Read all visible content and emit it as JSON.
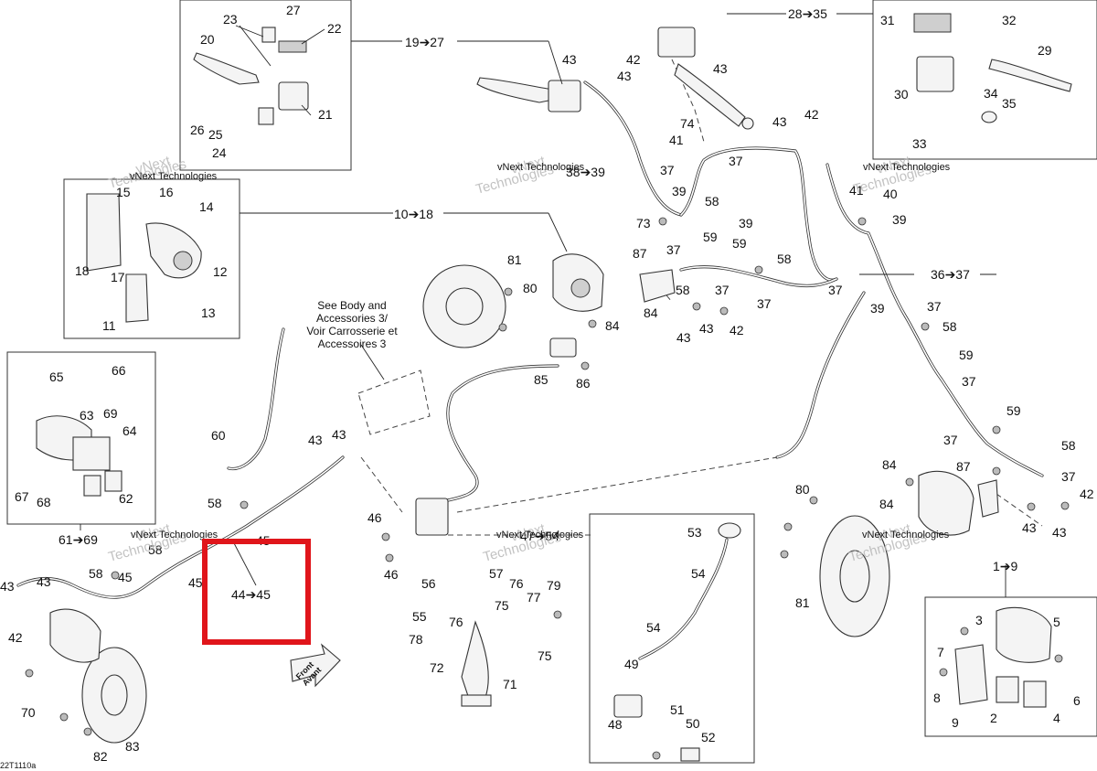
{
  "callouts": {
    "c23": "23",
    "c27": "27",
    "c22": "22",
    "c20": "20",
    "c21": "21",
    "c26": "26",
    "c25": "25",
    "c24": "24",
    "c19_27": "19➔27",
    "c28_35": "28➔35",
    "c43a": "43",
    "c42a": "42",
    "c43b": "43",
    "c43c": "43",
    "c31": "31",
    "c32": "32",
    "c29": "29",
    "c30": "30",
    "c34": "34",
    "c35": "35",
    "c33": "33",
    "c74": "74",
    "c41a": "41",
    "c43d": "43",
    "c42b": "42",
    "c38_39": "38➔39",
    "c37a": "37",
    "c37b": "37",
    "c39a": "39",
    "c58a": "58",
    "c39b": "39",
    "c73": "73",
    "c41b": "41",
    "c40": "40",
    "c39c": "39",
    "c15": "15",
    "c16": "16",
    "c14": "14",
    "c18": "18",
    "c17": "17",
    "c12": "12",
    "c13": "13",
    "c11": "11",
    "c10_18": "10➔18",
    "c81a": "81",
    "c80a": "80",
    "c87a": "87",
    "c37c": "37",
    "c59a": "59",
    "c59b": "59",
    "c58b": "58",
    "c58c": "58",
    "c37d": "37",
    "c84a": "84",
    "c84b": "84",
    "c43e": "43",
    "c42c": "42",
    "c37e": "37",
    "c37f": "37",
    "c43f": "43",
    "c39d": "39",
    "c36_37": "36➔37",
    "c37g": "37",
    "c58d": "58",
    "c65": "65",
    "c66": "66",
    "c63": "63",
    "c69": "69",
    "c64": "64",
    "c67": "67",
    "c68": "68",
    "c62": "62",
    "c85": "85",
    "c86": "86",
    "c60": "60",
    "c43g": "43",
    "c43h": "43",
    "c59c": "59",
    "c37h": "37",
    "c59d": "59",
    "c37i": "37",
    "c58e": "58",
    "c37j": "37",
    "c61_69": "61➔69",
    "c58f": "58",
    "c43i": "43",
    "c43j": "43",
    "c42d": "42",
    "c58g": "58",
    "c45a": "45",
    "c58h": "58",
    "c45b": "45",
    "c45c": "45",
    "c44_45": "44➔45",
    "c46a": "46",
    "c46b": "46",
    "c47_54": "47➔54",
    "c53": "53",
    "c54a": "54",
    "c54b": "54",
    "c49": "49",
    "c48": "48",
    "c51": "51",
    "c50": "50",
    "c52": "52",
    "c56": "56",
    "c57": "57",
    "c55": "55",
    "c76a": "76",
    "c75a": "75",
    "c77": "77",
    "c76b": "76",
    "c79": "79",
    "c78": "78",
    "c72": "72",
    "c71": "71",
    "c75b": "75",
    "c80b": "80",
    "c84c": "84",
    "c87b": "87",
    "c84d": "84",
    "c43k": "43",
    "c43l": "43",
    "c42e": "42",
    "c81b": "81",
    "c1_9": "1➔9",
    "c3": "3",
    "c5": "5",
    "c7": "7",
    "c6": "6",
    "c8": "8",
    "c2": "2",
    "c4": "4",
    "c9": "9",
    "c70": "70",
    "c82": "82",
    "c83": "83",
    "c36_37_dummy": ""
  },
  "note": {
    "line1": "See Body and",
    "line2": "Accessories 3/",
    "line3": "Voir Carrosserie et",
    "line4": "Accessoires 3"
  },
  "front": {
    "line1": "Front",
    "line2": "Avant"
  },
  "watermark": {
    "line1": "vNext",
    "line2": "Technologies",
    "caption": "vNext Technologies"
  },
  "figure_code": "22T1110a",
  "highlight_color": "#e0151b"
}
